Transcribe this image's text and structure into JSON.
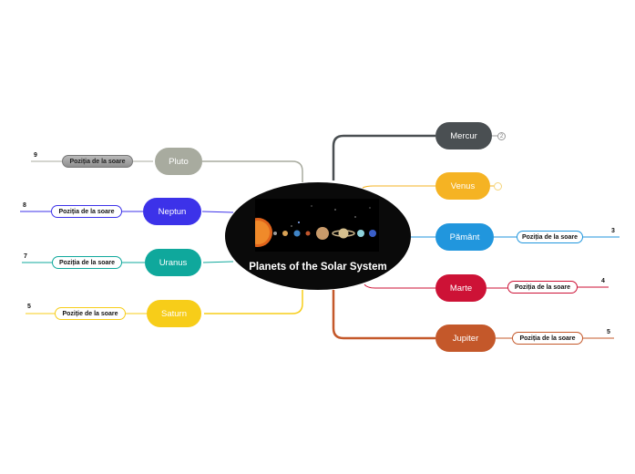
{
  "center": {
    "title": "Planets of the Solar System",
    "image": "solar-system-planets-image"
  },
  "colors": {
    "mercur": "#4a4f52",
    "venus": "#f5b323",
    "pamant": "#2196dd",
    "marte": "#cd1236",
    "jupiter": "#c4582a",
    "pluto": "#a8ab9f",
    "neptun": "#3c32e9",
    "uranus": "#0fa89c",
    "saturn": "#f7cd19"
  },
  "planets": {
    "mercur": "Mercur",
    "venus": "Venus",
    "pamant": "Pământ",
    "marte": "Marte",
    "jupiter": "Jupiter",
    "pluto": "Pluto",
    "neptun": "Neptun",
    "uranus": "Uranus",
    "saturn": "Saturn"
  },
  "positions": {
    "pamant": {
      "label": "Poziția de la soare",
      "value": "3"
    },
    "marte": {
      "label": "Poziția de la soare",
      "value": "4"
    },
    "jupiter": {
      "label": "Poziția de la soare",
      "value": "5"
    },
    "pluto": {
      "label": "Poziția de la soare",
      "value": "9"
    },
    "neptun": {
      "label": "Poziția de la soare",
      "value": "8"
    },
    "uranus": {
      "label": "Poziția de la soare",
      "value": "7"
    },
    "saturn": {
      "label": "Poziție de la soare",
      "value": "5"
    }
  },
  "markers": {
    "mercur": "2",
    "venus": ""
  }
}
